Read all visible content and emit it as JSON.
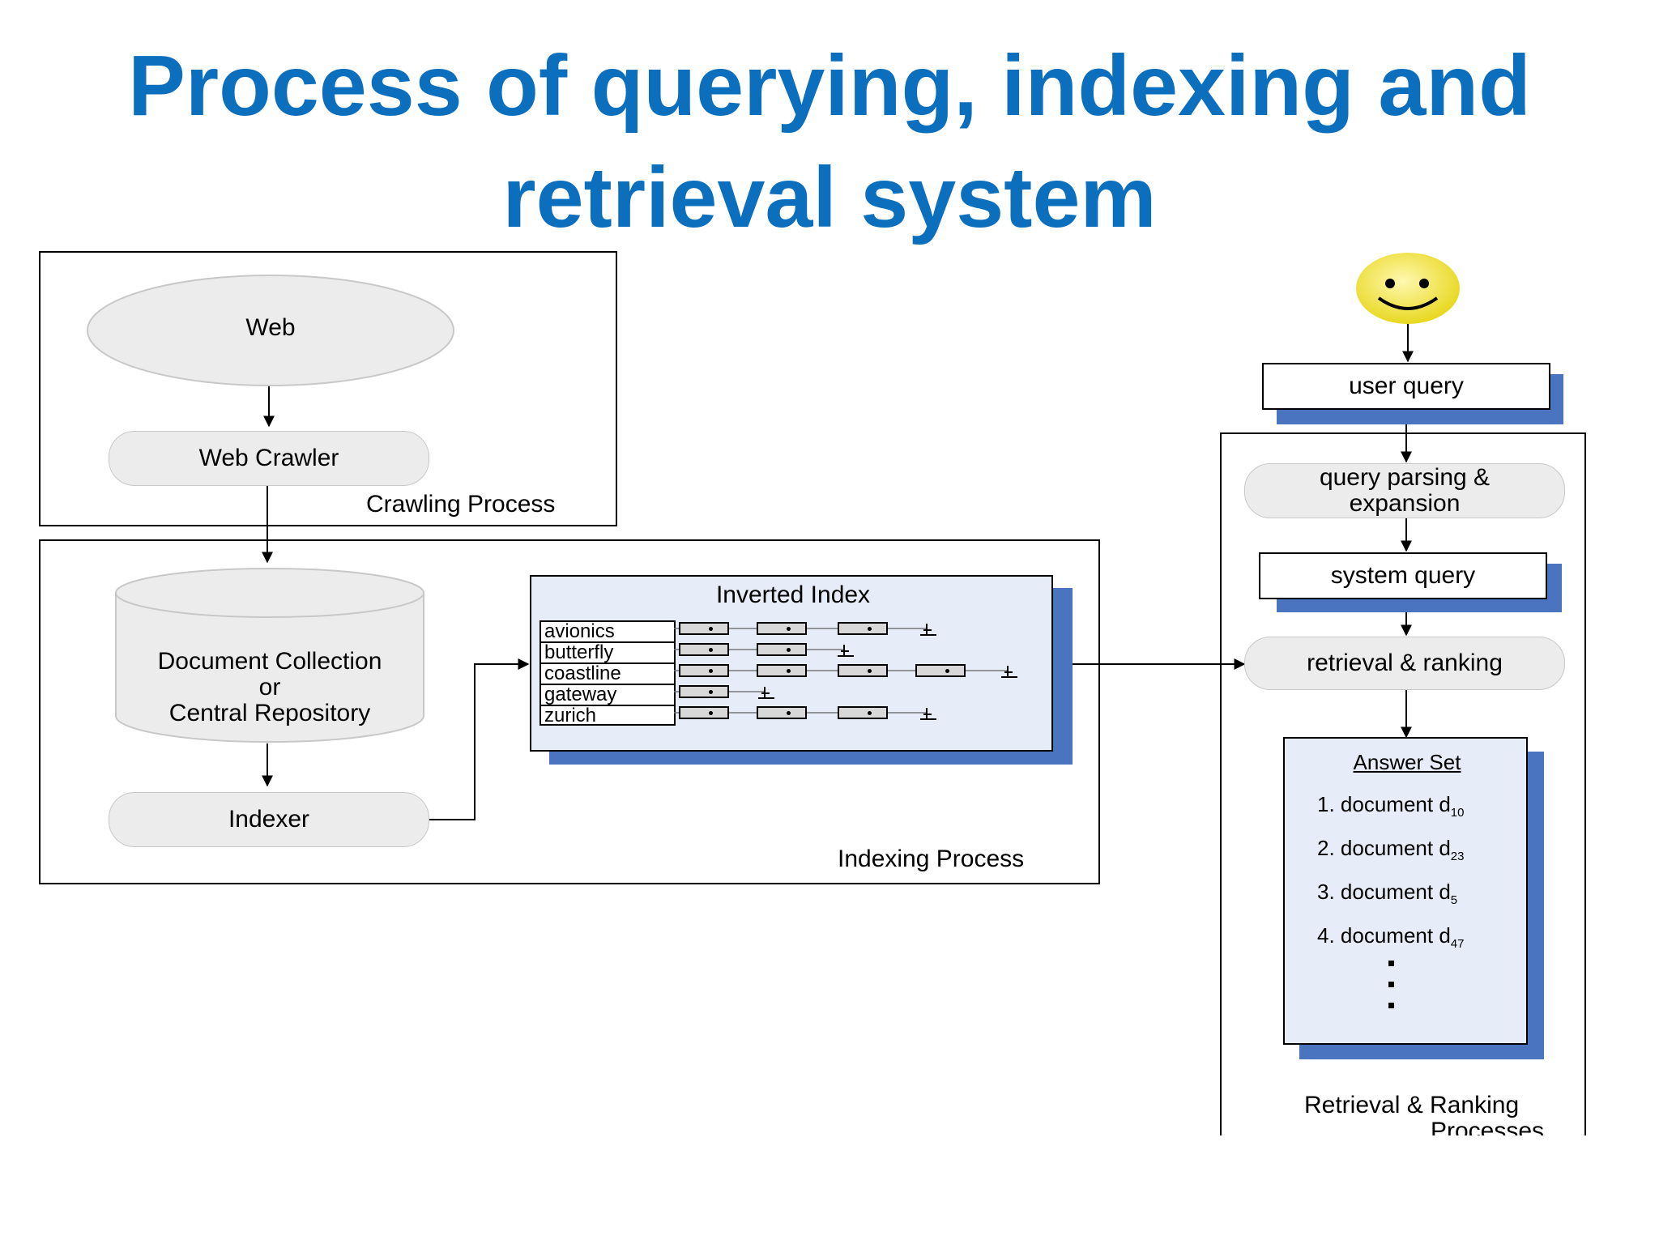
{
  "title": {
    "line1": "Process of querying, indexing and",
    "line2": "retrieval system"
  },
  "crawling": {
    "web": "Web",
    "crawler": "Web Crawler",
    "label": "Crawling Process"
  },
  "indexing": {
    "repository_line1": "Document Collection",
    "repository_line2": "or",
    "repository_line3": "Central Repository",
    "indexer": "Indexer",
    "label": "Indexing Process",
    "inverted_index": {
      "title": "Inverted Index",
      "terms": [
        "avionics",
        "butterfly",
        "coastline",
        "gateway",
        "zurich"
      ]
    }
  },
  "retrieval": {
    "user_query": "user query",
    "parsing_line1": "query parsing &",
    "parsing_line2": "expansion",
    "system_query": "system query",
    "ranking": "retrieval & ranking",
    "answer_title": "Answer Set",
    "answers": [
      {
        "prefix": "1. document d",
        "sub": "10"
      },
      {
        "prefix": "2. document d",
        "sub": "23"
      },
      {
        "prefix": "3. document d",
        "sub": "5"
      },
      {
        "prefix": "4. document d",
        "sub": "47"
      }
    ],
    "label_line1": "Retrieval & Ranking",
    "label_line2": "Processes"
  },
  "colors": {
    "title": "#0b6fbe",
    "shadow": "#4a73c0",
    "panel": "#e6ecf8",
    "node": "#ececec",
    "smiley": "#f5ea4a"
  }
}
